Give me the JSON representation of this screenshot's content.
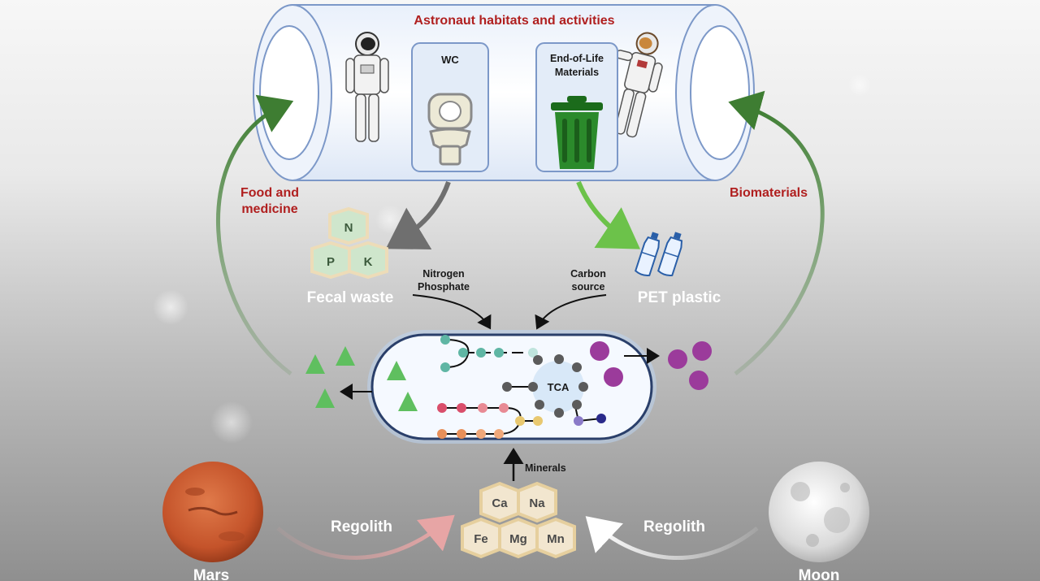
{
  "habitat": {
    "title": "Astronaut habitats and activities",
    "wc_label": "WC",
    "eol_label_line1": "End-of-Life",
    "eol_label_line2": "Materials"
  },
  "flows": {
    "food_line1": "Food and",
    "food_line2": "medicine",
    "biomaterials": "Biomaterials",
    "fecal_waste": "Fecal waste",
    "pet_plastic": "PET plastic",
    "nitrogen": "Nitrogen",
    "phosphate": "Phosphate",
    "carbon_line1": "Carbon",
    "carbon_line2": "source",
    "minerals": "Minerals",
    "regolith_left": "Regolith",
    "regolith_right": "Regolith"
  },
  "cell": {
    "tca": "TCA"
  },
  "nutrients": [
    "N",
    "P",
    "K"
  ],
  "minerals_hex": [
    "Ca",
    "Na",
    "Fe",
    "Mg",
    "Mn"
  ],
  "bodies": {
    "mars": "Mars",
    "moon": "Moon"
  },
  "colors": {
    "title_red": "#b01f1f",
    "green_arrow": "#3e7d32",
    "light_green_arrow": "#6cc24a",
    "purple": "#9b3b9b",
    "teal": "#5fb6a4",
    "mars": "#c4532a",
    "moon": "#d9d9d9"
  },
  "icons": [
    "astronaut-icon",
    "toilet-icon",
    "trash-can-icon",
    "pet-bottle-icon",
    "mars-icon",
    "moon-icon"
  ]
}
